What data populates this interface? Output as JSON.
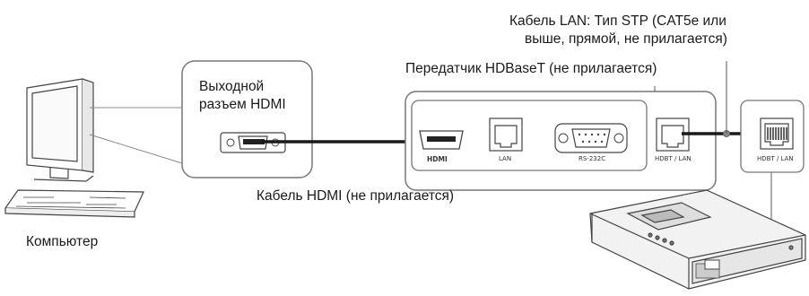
{
  "labels": {
    "lan_cable_line1": "Кабель LAN: Тип STP (CAT5e или",
    "lan_cable_line2": "выше, прямой, не прилагается)",
    "transmitter": "Передатчик HDBaseT (не прилагается)",
    "hdmi_out_line1": "Выходной",
    "hdmi_out_line2": "разъем HDMI",
    "hdmi_cable": "Кабель HDMI (не прилагается)",
    "computer": "Компьютер"
  },
  "ports": {
    "hdmi": "HDMI",
    "lan": "LAN",
    "rs232c": "RS-232C",
    "hdbt_lan_transmitter": "HDBT / LAN",
    "hdbt_lan_projector": "HDBT / LAN"
  },
  "colors": {
    "stroke": "#555555",
    "cable": "#1a1a1a",
    "box_fill": "#ffffff",
    "projector_fill": "#f2f2f2"
  }
}
